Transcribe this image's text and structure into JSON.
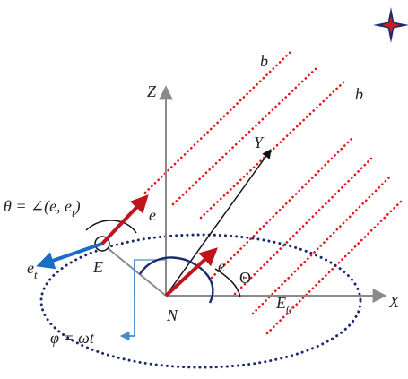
{
  "labels": {
    "beam_b_upper": "b",
    "beam_b_lower": "b",
    "axis_z": "Z",
    "axis_y": "Y",
    "axis_x": "X",
    "vector_e_at_E": "e",
    "vector_e_at_N": "e",
    "vector_et": "e",
    "vector_et_sub": "t",
    "point_E": "E",
    "point_N": "N",
    "point_E0": "E",
    "point_E0_sub": "0",
    "angle_Theta": "Θ",
    "theta_formula": "θ = ∠(e, e",
    "theta_formula_sub": "t",
    "theta_formula_close": ")",
    "phi_formula": "φ = ωt"
  },
  "colors": {
    "beam_lines": "#e8141c",
    "e_vectors": "#c0141c",
    "et_vector": "#1a6cc4",
    "orbit_ellipse": "#1a2a6e",
    "axes": "#8a8a8a",
    "phi_indicator": "#4a86c8",
    "compass_star": "#c81e1e"
  },
  "icons": {
    "compass": "compass-star-icon"
  }
}
